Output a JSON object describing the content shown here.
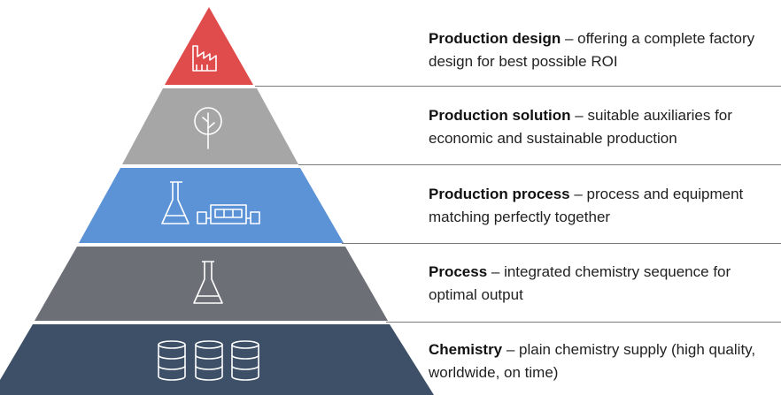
{
  "levels": [
    {
      "title": "Production design",
      "desc": " – offering a complete factory design for best possible ROI",
      "color": "#e04b4b",
      "icon": "factory-icon"
    },
    {
      "title": "Production solution",
      "desc": " – suitable auxiliaries for economic and sustainable production",
      "color": "#a6a6a6",
      "icon": "tree-icon"
    },
    {
      "title": "Production process",
      "desc": " – process and equipment matching perfectly together",
      "color": "#5b93d6",
      "icon": "flask-and-machine-icon"
    },
    {
      "title": "Process",
      "desc": " – integrated chemistry sequence for optimal output",
      "color": "#6d6f77",
      "icon": "flask-icon"
    },
    {
      "title": "Chemistry",
      "desc": " – plain chemistry supply (high quality, worldwide, on time)",
      "color": "#3d5068",
      "icon": "barrels-icon"
    }
  ]
}
